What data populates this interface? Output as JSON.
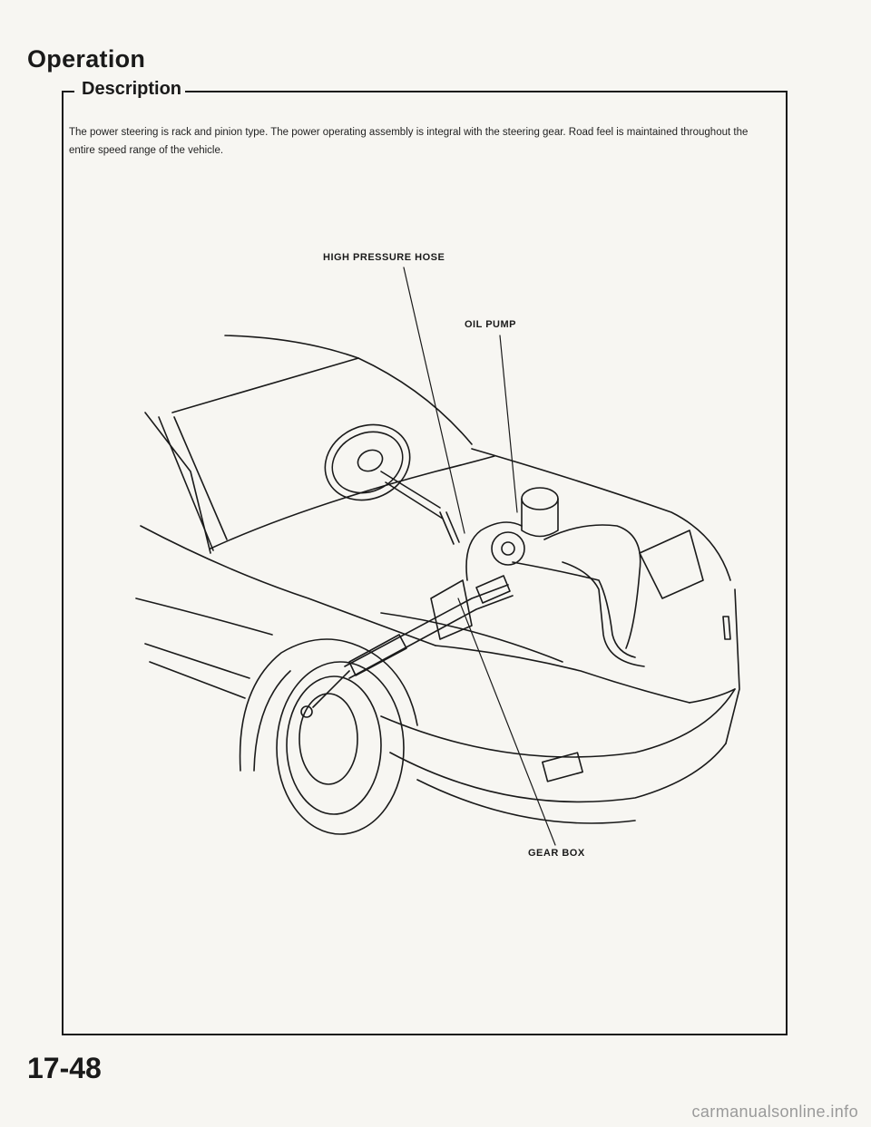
{
  "page_title": "Operation",
  "section_title": "Description",
  "description": "The power steering is rack and pinion type. The power operating assembly is integral with the steering gear. Road feel is maintained throughout the entire speed range of the vehicle.",
  "callouts": {
    "high_pressure_hose": "HIGH PRESSURE HOSE",
    "oil_pump": "OIL PUMP",
    "gear_box": "GEAR BOX"
  },
  "page_number": "17-48",
  "watermark": "carmanualsonline.info"
}
